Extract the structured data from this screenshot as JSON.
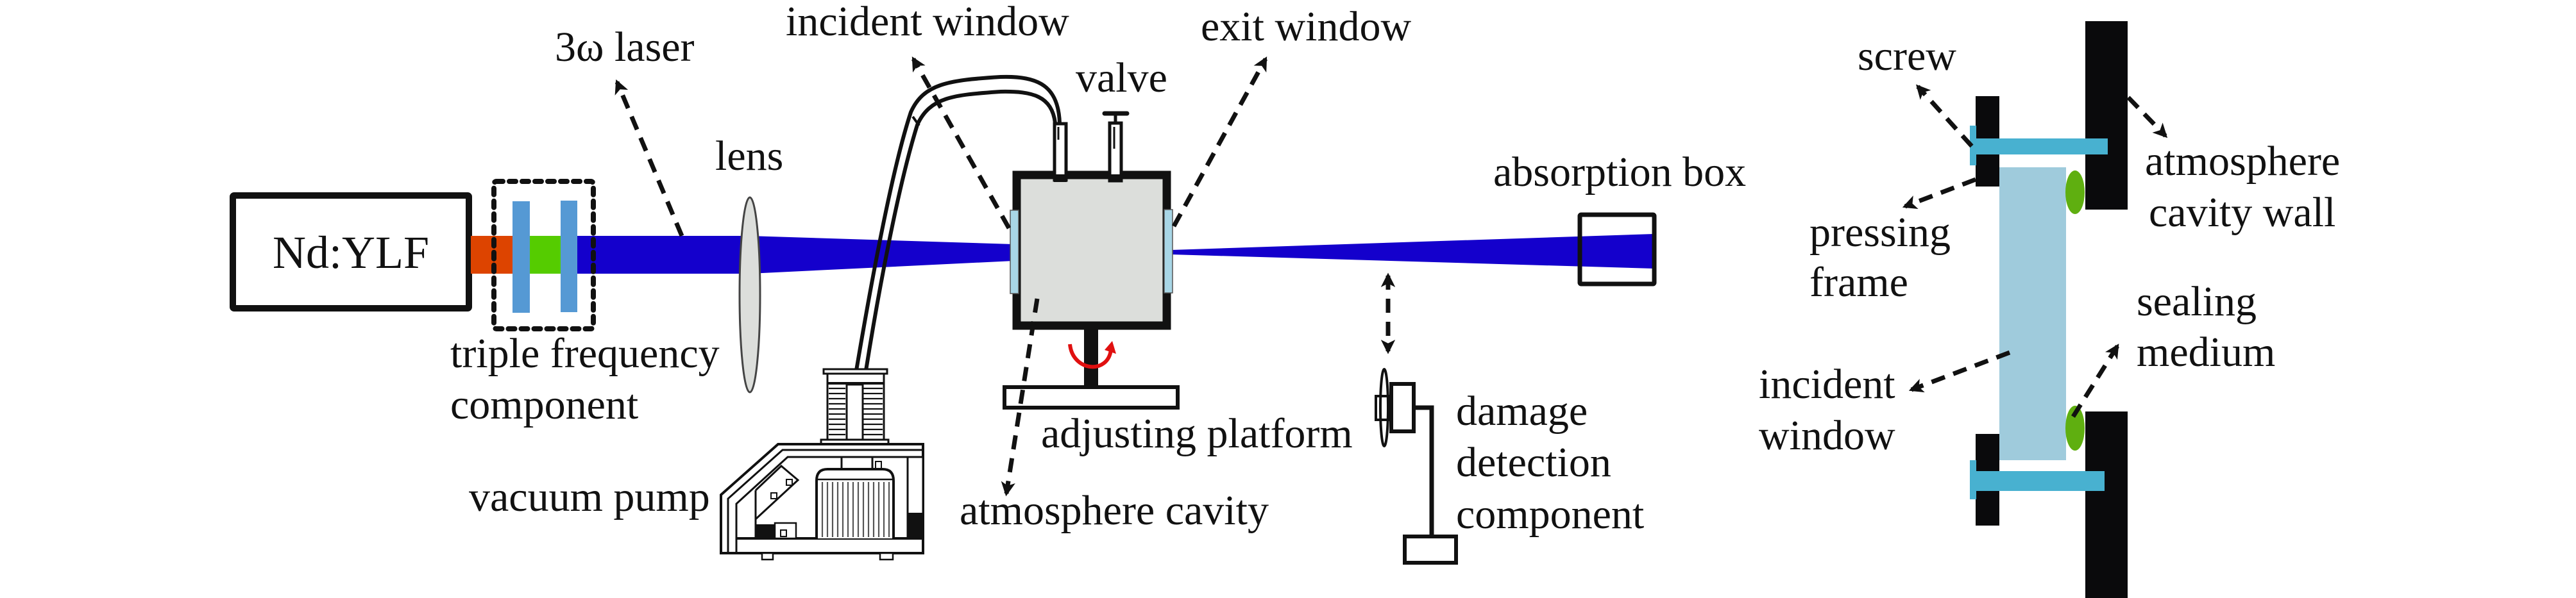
{
  "figure": {
    "left_panel": {
      "laser_source": "Nd:YLF",
      "labels": {
        "laser": "3ω laser",
        "triple_frequency_line1": "triple frequency",
        "triple_frequency_line2": "component",
        "lens": "lens",
        "incident_window": "incident window",
        "valve": "valve",
        "exit_window": "exit window",
        "absorption_box": "absorption box",
        "vacuum_pump": "vacuum pump",
        "adjusting_platform": "adjusting platform",
        "atmosphere_cavity": "atmosphere cavity",
        "damage_line1": "damage",
        "damage_line2": "detection",
        "damage_line3": "component"
      }
    },
    "right_panel": {
      "labels": {
        "screw": "screw",
        "pressing_line1": "pressing",
        "pressing_line2": "frame",
        "cavity_wall_line1": "atmosphere",
        "cavity_wall_line2": "cavity wall",
        "sealing_line1": "sealing",
        "sealing_line2": "medium",
        "incident_line1": "incident",
        "incident_line2": "window"
      }
    },
    "colors": {
      "fundamental_beam": "#dd4400",
      "second_harmonic_beam": "#55cc00",
      "third_harmonic_beam": "#1400cc",
      "crystal": "#5599d4",
      "chamber_fill": "#dcdedb",
      "window_glass": "#a8d6e6",
      "inset_glass": "#9fcbdc",
      "screw": "#48b1d0",
      "sealing": "#5faf10",
      "rotation_arrow": "#e01010",
      "line": "#111111"
    }
  }
}
